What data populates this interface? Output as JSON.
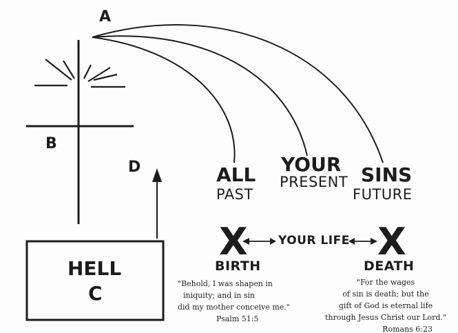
{
  "labels": {
    "a": "A",
    "b": "B",
    "c": "C",
    "d": "D",
    "hell": "HELL",
    "all": "ALL",
    "past": "PAST",
    "your": "YOUR",
    "present": "PRESENT",
    "sins": "SINS",
    "future": "FUTURE",
    "x_birth": "X",
    "x_death": "X",
    "your_life": "YOUR LIFE",
    "birth": "BIRTH",
    "death": "DEATH"
  },
  "verses": {
    "left": {
      "lines": [
        "\"Behold, I was shapen in",
        "iniquity; and in sin",
        "did my mother conceive me.\""
      ],
      "reference": "Psalm 51:5"
    },
    "right": {
      "lines": [
        "\"For the wages",
        "of sin is death; but the",
        "gift of God is eternal life",
        "through Jesus Christ our Lord.\""
      ],
      "reference": "Romans 6:23"
    }
  },
  "colors": {
    "ink": "#1c1c1c",
    "paper": "#fdfdfd"
  }
}
